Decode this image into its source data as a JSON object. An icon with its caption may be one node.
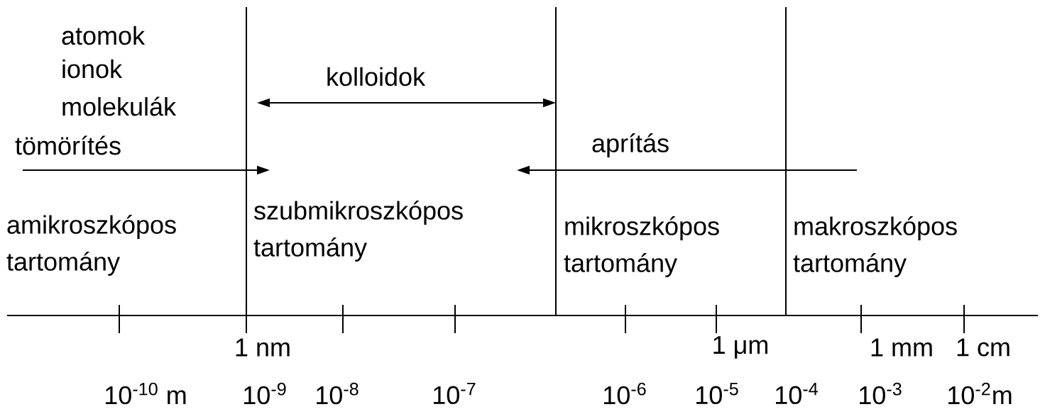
{
  "diagram": {
    "labels": [
      "atomok",
      "ionok",
      "molekulák",
      "kolloidok",
      "tömörítés",
      "aprítás",
      "amikroszkópos tartomány",
      "szubmikroszkópos tartomány",
      "mikroszkópos tartomány",
      "makroszkópos tartomány",
      "1 nm",
      "1 μm",
      "1 mm",
      "1 cm",
      "10$^{-10}$ m",
      "10$^{-9}$",
      "10$^{-8}$",
      "10$^{-7}$",
      "10$^{-6}$",
      "10$^{-5}$",
      "10$^{-4}$",
      "10$^{-3}$",
      "10$^{-2}$m"
    ]
  }
}
